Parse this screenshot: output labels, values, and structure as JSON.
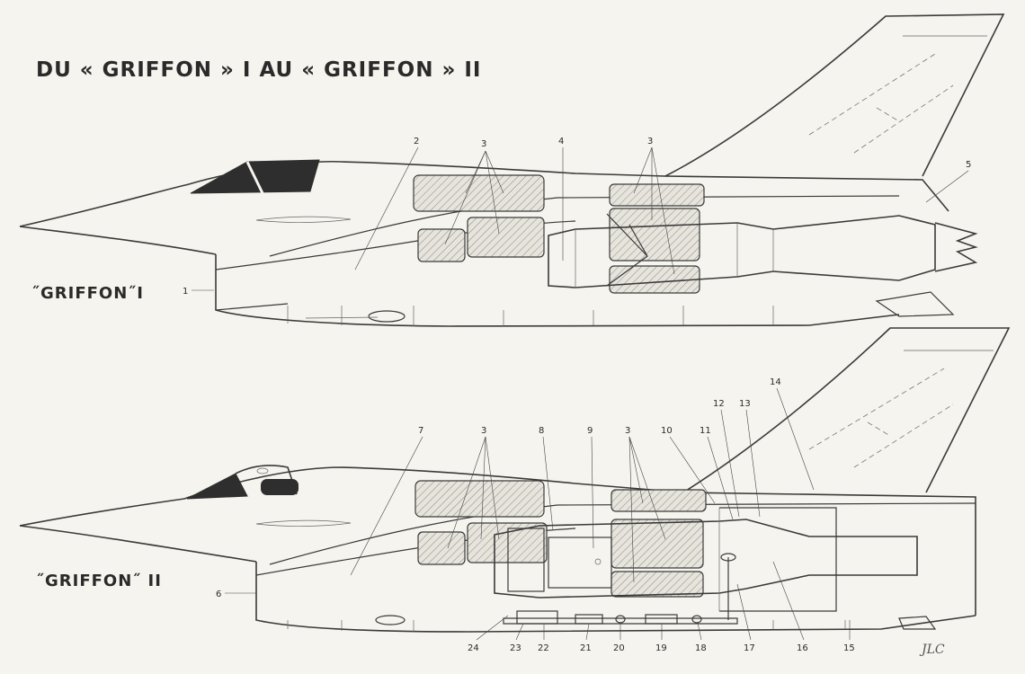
{
  "title": "DU « GRIFFON » I AU « GRIFFON » II",
  "aircraft": [
    {
      "name": "˝GRIFFON˝I",
      "callouts": [
        {
          "id": "c1",
          "label": "1"
        },
        {
          "id": "c2",
          "label": "2"
        },
        {
          "id": "c3a",
          "label": "3"
        },
        {
          "id": "c4",
          "label": "4"
        },
        {
          "id": "c3b",
          "label": "3"
        },
        {
          "id": "c5",
          "label": "5"
        }
      ]
    },
    {
      "name": "˝GRIFFON˝ II",
      "callouts": [
        {
          "id": "c6",
          "label": "6"
        },
        {
          "id": "c7",
          "label": "7"
        },
        {
          "id": "c3c",
          "label": "3"
        },
        {
          "id": "c8",
          "label": "8"
        },
        {
          "id": "c9",
          "label": "9"
        },
        {
          "id": "c3d",
          "label": "3"
        },
        {
          "id": "c10",
          "label": "10"
        },
        {
          "id": "c11",
          "label": "11"
        },
        {
          "id": "c12",
          "label": "12"
        },
        {
          "id": "c13",
          "label": "13"
        },
        {
          "id": "c14",
          "label": "14"
        },
        {
          "id": "c15",
          "label": "15"
        },
        {
          "id": "c16",
          "label": "16"
        },
        {
          "id": "c17",
          "label": "17"
        },
        {
          "id": "c18",
          "label": "18"
        },
        {
          "id": "c19",
          "label": "19"
        },
        {
          "id": "c20",
          "label": "20"
        },
        {
          "id": "c21",
          "label": "21"
        },
        {
          "id": "c22",
          "label": "22"
        },
        {
          "id": "c23",
          "label": "23"
        },
        {
          "id": "c24",
          "label": "24"
        }
      ]
    }
  ],
  "signature": "JLC"
}
